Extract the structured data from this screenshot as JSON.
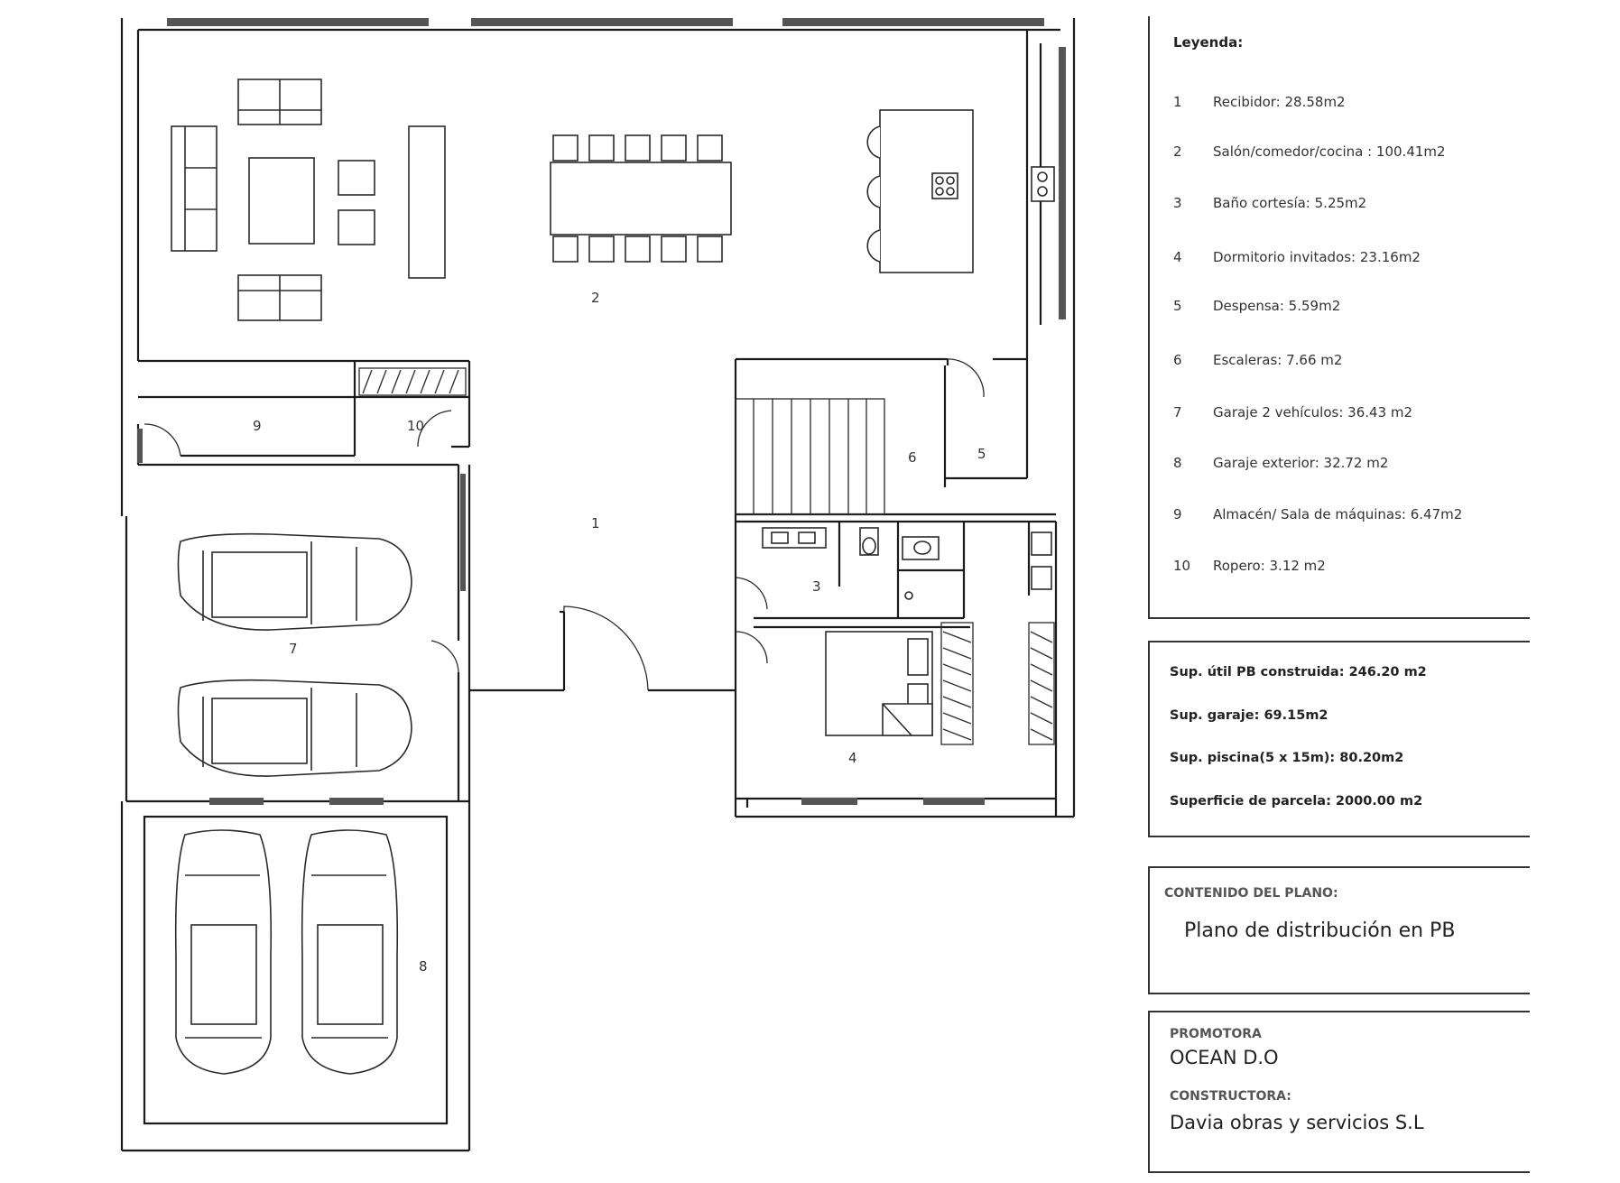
{
  "legend": {
    "title": "Leyenda:",
    "items": [
      {
        "num": "1",
        "text": "Recibidor: 28.58m2"
      },
      {
        "num": "2",
        "text": "Salón/comedor/cocina : 100.41m2"
      },
      {
        "num": "3",
        "text": "Baño cortesía: 5.25m2"
      },
      {
        "num": "4",
        "text": "Dormitorio invitados: 23.16m2"
      },
      {
        "num": "5",
        "text": "Despensa: 5.59m2"
      },
      {
        "num": "6",
        "text": "Escaleras: 7.66 m2"
      },
      {
        "num": "7",
        "text": "Garaje 2 vehículos: 36.43 m2"
      },
      {
        "num": "8",
        "text": "Garaje exterior: 32.72 m2"
      },
      {
        "num": "9",
        "text": "Almacén/ Sala de máquinas: 6.47m2"
      },
      {
        "num": "10",
        "text": "Ropero: 3.12 m2"
      }
    ]
  },
  "surfaces": [
    "Sup. útil PB construida: 246.20 m2",
    "Sup. garaje: 69.15m2",
    "Sup. piscina(5 x 15m): 80.20m2",
    "Superficie de parcela: 2000.00 m2"
  ],
  "contents": {
    "caption": "CONTENIDO DEL PLANO:",
    "value": "Plano de distribución en PB"
  },
  "promoter": {
    "caption": "PROMOTORA",
    "value": "OCEAN D.O"
  },
  "builder": {
    "caption": "CONSTRUCTORA:",
    "value": "Davia obras y servicios S.L"
  },
  "room_labels": {
    "r1": "1",
    "r2": "2",
    "r3": "3",
    "r4": "4",
    "r5": "5",
    "r6": "6",
    "r7": "7",
    "r8": "8",
    "r9": "9",
    "r10": "10"
  }
}
